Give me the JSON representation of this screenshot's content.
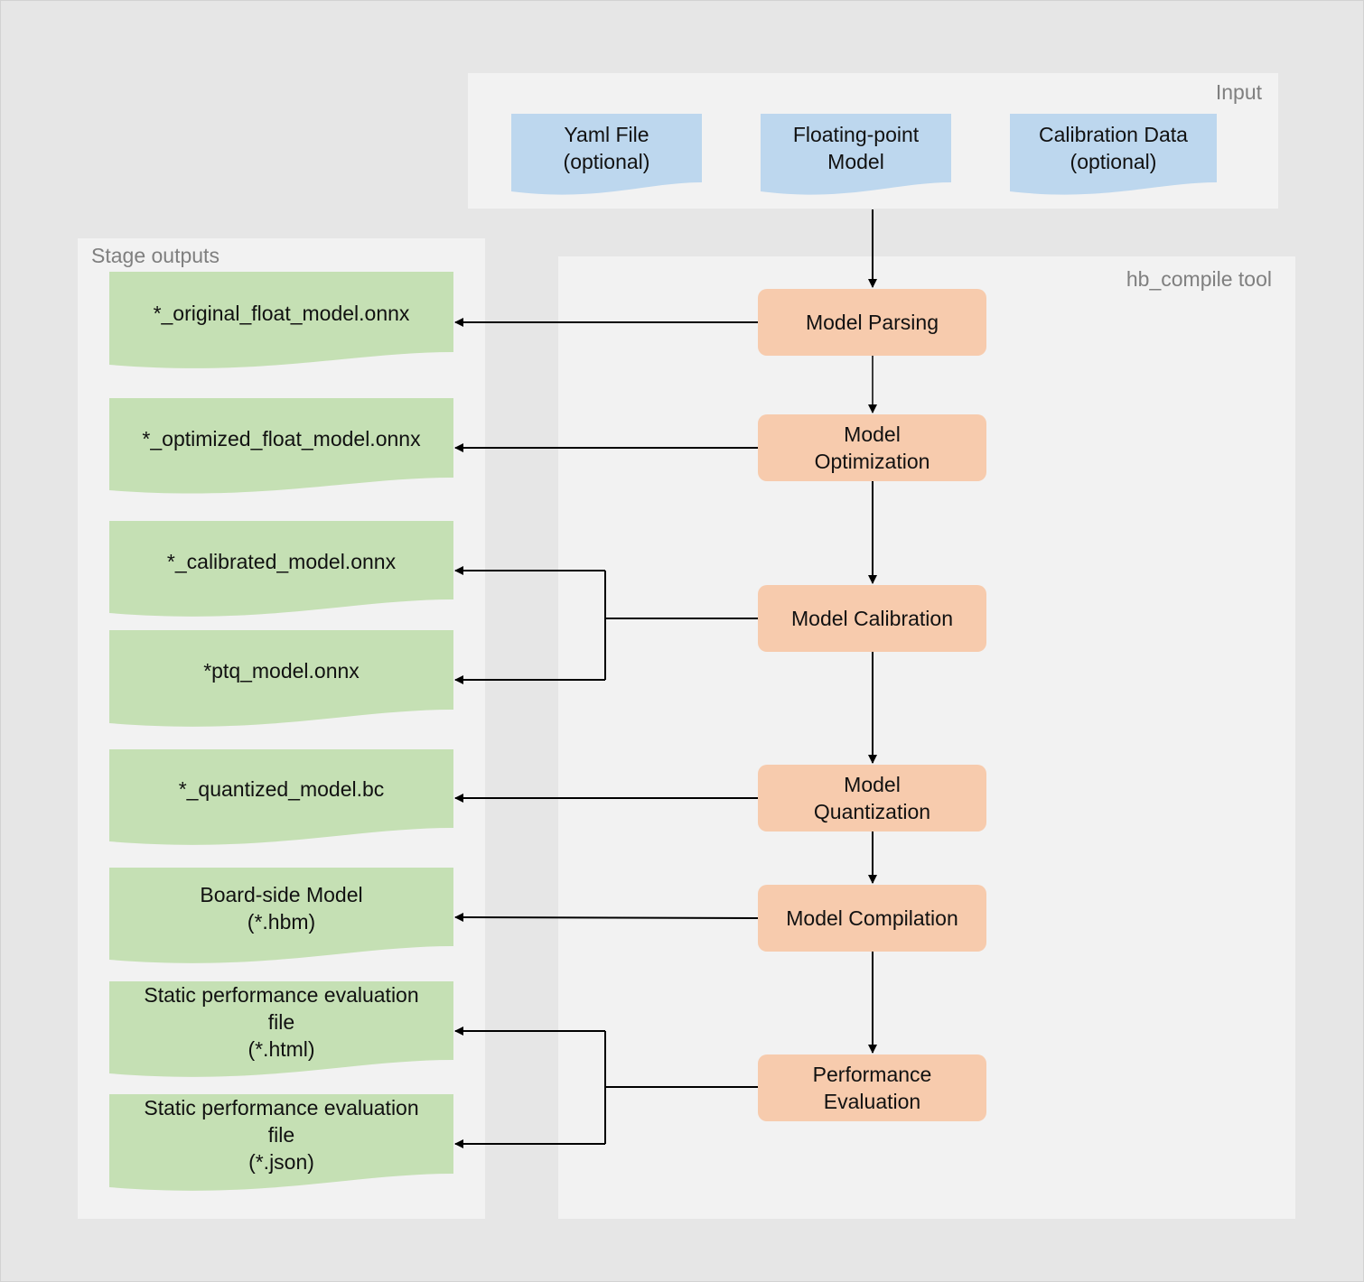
{
  "input": {
    "title": "Input",
    "docs": [
      {
        "label": "Yaml File\n(optional)"
      },
      {
        "label": "Floating-point\nModel"
      },
      {
        "label": "Calibration Data\n(optional)"
      }
    ]
  },
  "tool": {
    "title": "hb_compile tool",
    "stages": [
      {
        "label": "Model Parsing"
      },
      {
        "label": "Model\nOptimization"
      },
      {
        "label": "Model Calibration"
      },
      {
        "label": "Model\nQuantization"
      },
      {
        "label": "Model Compilation"
      },
      {
        "label": "Performance\nEvaluation"
      }
    ]
  },
  "outputs": {
    "title": "Stage outputs",
    "files": [
      {
        "label": "*_original_float_model.onnx"
      },
      {
        "label": "*_optimized_float_model.onnx"
      },
      {
        "label": "*_calibrated_model.onnx"
      },
      {
        "label": "*ptq_model.onnx"
      },
      {
        "label": "*_quantized_model.bc"
      },
      {
        "label": "Board-side Model\n(*.hbm)"
      },
      {
        "label": "Static performance evaluation\nfile\n(*.html)"
      },
      {
        "label": "Static performance evaluation\nfile\n(*.json)"
      }
    ]
  },
  "colors": {
    "input_doc": "#bdd7ee",
    "output_doc": "#c5e0b4",
    "stage": "#f7cbad",
    "panel": "#f2f2f2",
    "background": "#e6e6e6",
    "connector": "#000000"
  }
}
